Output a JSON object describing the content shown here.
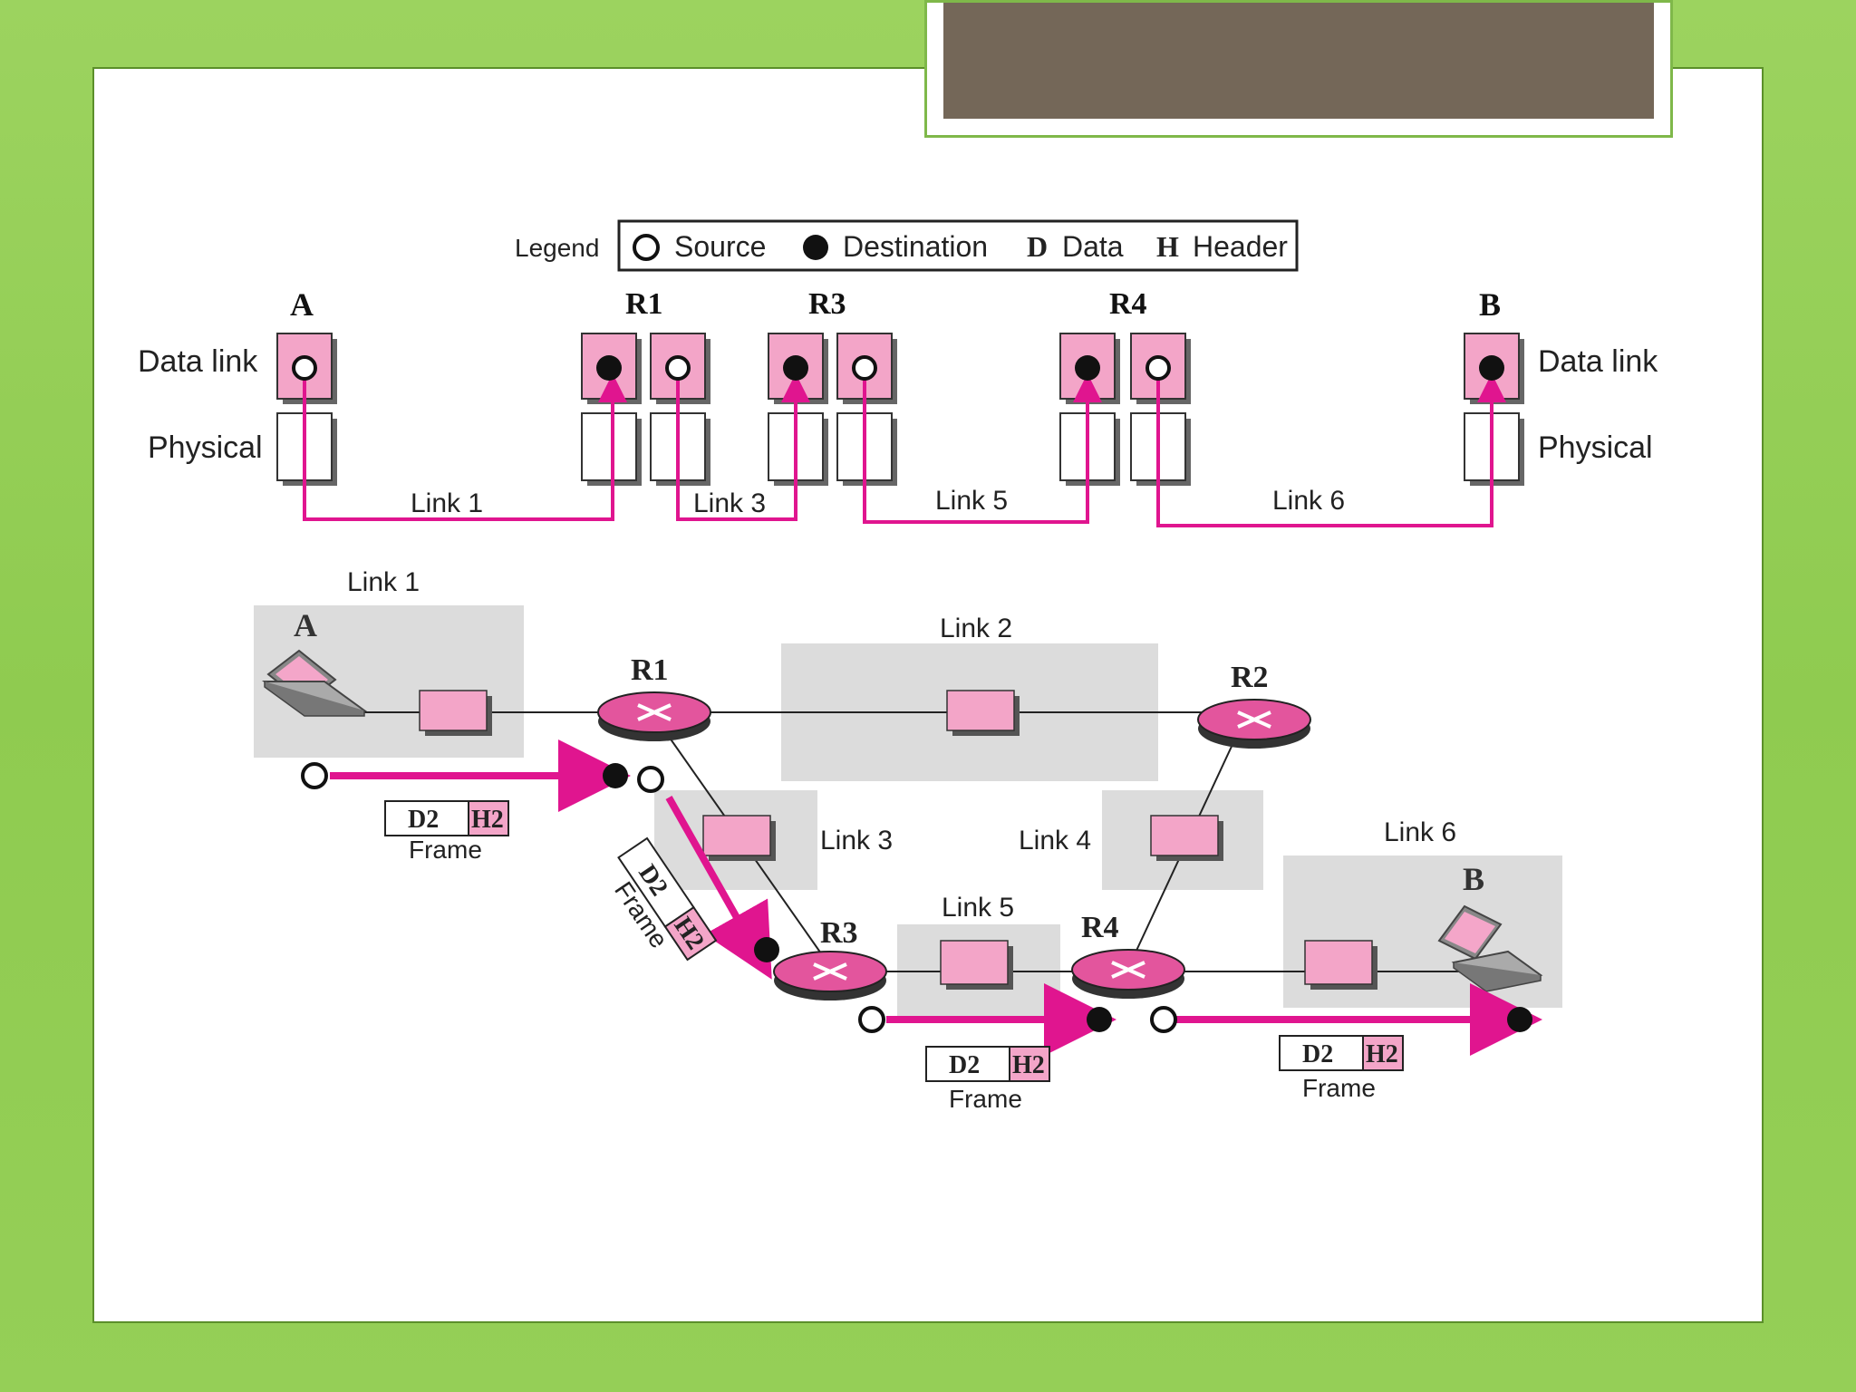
{
  "legend": {
    "label": "Legend",
    "source": "Source",
    "destination": "Destination",
    "data_key": "D",
    "data_text": "Data",
    "header_key": "H",
    "header_text": "Header"
  },
  "layers": {
    "data_link_left": "Data link",
    "physical_left": "Physical",
    "data_link_right": "Data link",
    "physical_right": "Physical"
  },
  "nodes": {
    "a": "A",
    "r1": "R1",
    "r3": "R3",
    "r4": "R4",
    "b": "B",
    "r2": "R2"
  },
  "top_links": {
    "link1": "Link 1",
    "link3": "Link 3",
    "link5": "Link 5",
    "link6": "Link 6"
  },
  "bottom_links": {
    "link1": "Link 1",
    "link2": "Link 2",
    "link3": "Link 3",
    "link4": "Link 4",
    "link5": "Link 5",
    "link6": "Link 6"
  },
  "frame": {
    "data": "D2",
    "header": "H2",
    "label": "Frame"
  },
  "colors": {
    "path": "#e0158f",
    "router": "#e3559d",
    "box": "#f3a5c8",
    "shade": "#dcdcdc"
  }
}
